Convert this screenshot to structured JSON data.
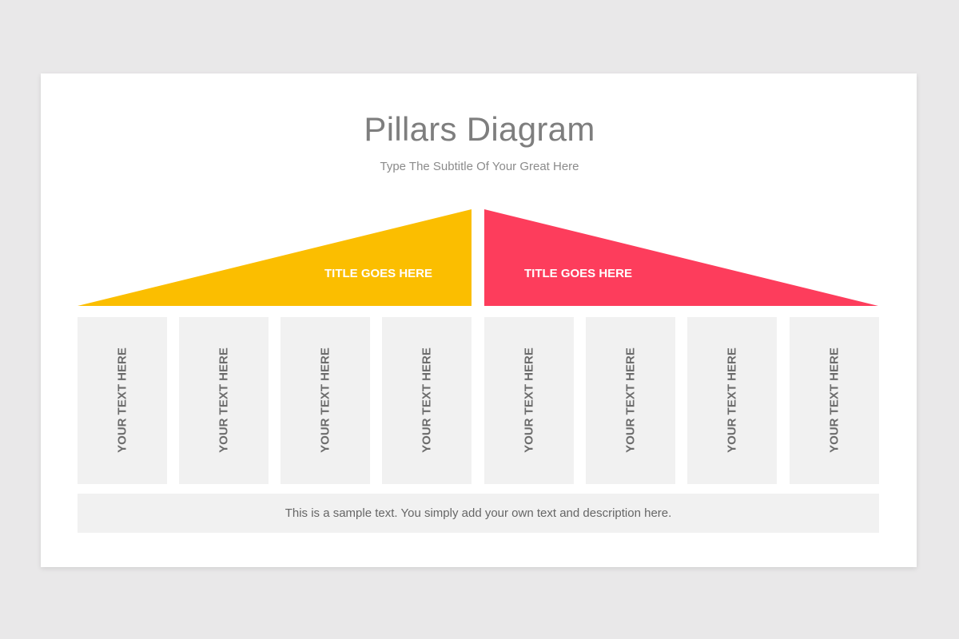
{
  "slide": {
    "title": "Pillars Diagram",
    "subtitle": "Type The Subtitle Of Your Great Here"
  },
  "roof": {
    "left": {
      "title": "TITLE GOES HERE",
      "color": "#fbbe00"
    },
    "right": {
      "title": "TITLE GOES HERE",
      "color": "#fd3d5c"
    }
  },
  "pillars": [
    {
      "text": "YOUR TEXT HERE"
    },
    {
      "text": "YOUR TEXT HERE"
    },
    {
      "text": "YOUR TEXT HERE"
    },
    {
      "text": "YOUR TEXT HERE"
    },
    {
      "text": "YOUR TEXT HERE"
    },
    {
      "text": "YOUR TEXT HERE"
    },
    {
      "text": "YOUR TEXT HERE"
    },
    {
      "text": "YOUR TEXT HERE"
    }
  ],
  "base": {
    "text": "This is a sample text. You simply add your own text and description here."
  }
}
